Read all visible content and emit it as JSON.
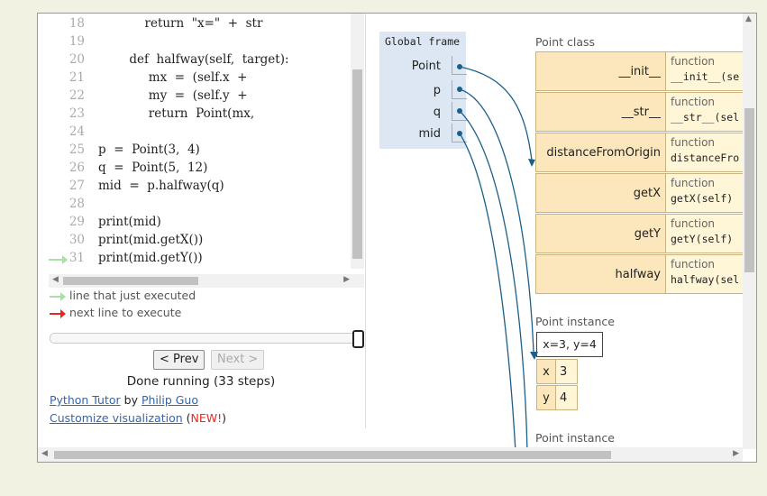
{
  "code": {
    "lines": [
      {
        "num": "18",
        "text": "            return  \"x=\"  +  str"
      },
      {
        "num": "19",
        "text": ""
      },
      {
        "num": "20",
        "text": "        def  halfway(self,  target):"
      },
      {
        "num": "21",
        "text": "             mx  =  (self.x  +"
      },
      {
        "num": "22",
        "text": "             my  =  (self.y  +"
      },
      {
        "num": "23",
        "text": "             return  Point(mx,"
      },
      {
        "num": "24",
        "text": ""
      },
      {
        "num": "25",
        "text": "p  =  Point(3,  4)"
      },
      {
        "num": "26",
        "text": "q  =  Point(5,  12)"
      },
      {
        "num": "27",
        "text": "mid  =  p.halfway(q)"
      },
      {
        "num": "28",
        "text": ""
      },
      {
        "num": "29",
        "text": "print(mid)"
      },
      {
        "num": "30",
        "text": "print(mid.getX())"
      },
      {
        "num": "31",
        "text": "print(mid.getY())"
      }
    ]
  },
  "legend": {
    "just_executed": "line that just executed",
    "next_line": "next line to execute"
  },
  "colors": {
    "just_executed": "#a8e0a8",
    "next_line": "#e8281e",
    "pointer": "#1d5f8a"
  },
  "nav": {
    "prev": "< Prev",
    "next": "Next >"
  },
  "status": "Done running (33 steps)",
  "footer": {
    "tutor": "Python Tutor",
    "by": " by ",
    "author": "Philip Guo",
    "customize": "Customize visualization",
    "new_open": " (",
    "new": "NEW!",
    "new_close": ")"
  },
  "global_frame": {
    "title": "Global frame",
    "vars": [
      "Point",
      "p",
      "q",
      "mid"
    ]
  },
  "point_class": {
    "label": "Point class",
    "members": [
      {
        "name": "__init__",
        "type": "function",
        "sig": "__init__(se"
      },
      {
        "name": "__str__",
        "type": "function",
        "sig": "__str__(sel"
      },
      {
        "name": "distanceFromOrigin",
        "type": "function",
        "sig": "distanceFro"
      },
      {
        "name": "getX",
        "type": "function",
        "sig": "getX(self)"
      },
      {
        "name": "getY",
        "type": "function",
        "sig": "getY(self)"
      },
      {
        "name": "halfway",
        "type": "function",
        "sig": "halfway(sel"
      }
    ]
  },
  "instance1": {
    "label": "Point instance",
    "repr": "x=3, y=4",
    "fields": [
      {
        "k": "x",
        "v": "3"
      },
      {
        "k": "y",
        "v": "4"
      }
    ]
  },
  "instance2": {
    "label": "Point instance"
  }
}
